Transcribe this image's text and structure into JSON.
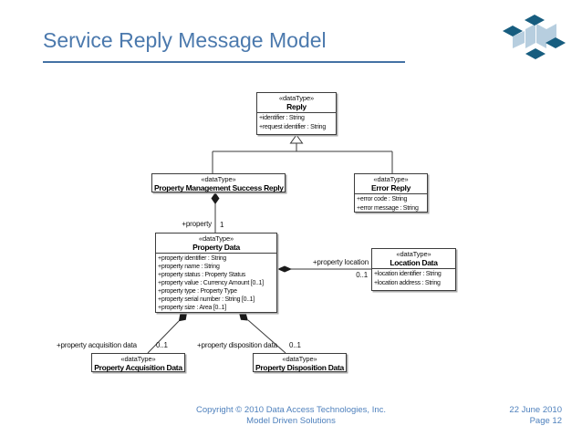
{
  "slide": {
    "title": "Service Reply Message Model"
  },
  "colors": {
    "accent_blue": "#4b79ad",
    "underline_blue": "#4472a4",
    "footer_blue": "#4f81bd",
    "logo_dark": "#175d7f",
    "logo_light": "#b7cedf",
    "diagram_line": "#3a3a3a"
  },
  "diagram": {
    "stereotype": "«dataType»",
    "classes": [
      {
        "id": "reply",
        "name": "Reply",
        "attributes": [
          "+identifier : String",
          "+request identifier : String"
        ]
      },
      {
        "id": "property-management-success-reply",
        "name": "Property Management Success Reply",
        "attributes": []
      },
      {
        "id": "error-reply",
        "name": "Error Reply",
        "attributes": [
          "+error code : String",
          "+error message : String"
        ]
      },
      {
        "id": "property-data",
        "name": "Property Data",
        "attributes": [
          "+property identifier : String",
          "+property name : String",
          "+property status : Property Status",
          "+property value : Currency Amount [0..1]",
          "+property type : Property Type",
          "+property serial number : String [0..1]",
          "+property size : Area [0..1]"
        ]
      },
      {
        "id": "location-data",
        "name": "Location Data",
        "attributes": [
          "+location identifier : String",
          "+location address : String"
        ]
      },
      {
        "id": "property-acquisition-data",
        "name": "Property Acquisition Data",
        "attributes": []
      },
      {
        "id": "property-disposition-data",
        "name": "Property Disposition Data",
        "attributes": []
      }
    ],
    "labels": {
      "property": "+property",
      "property_mult": "1",
      "location": "+property location",
      "location_mult": "0..1",
      "acquisition": "+property acquisition data",
      "acquisition_mult": "0..1",
      "disposition": "+property disposition data",
      "disposition_mult": "0..1"
    }
  },
  "footer": {
    "copyright_line1": "Copyright © 2010 Data Access Technologies, Inc.",
    "copyright_line2": "Model Driven Solutions",
    "date": "22 June 2010",
    "page": "Page 12"
  }
}
